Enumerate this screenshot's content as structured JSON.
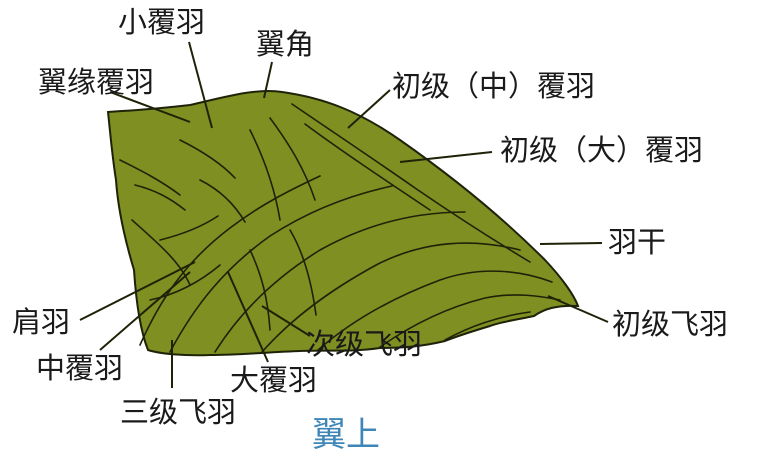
{
  "caption": "翼上",
  "colors": {
    "wing_fill": "#7f8f22",
    "wing_outline": "#1e2308",
    "caption_color": "#3f86b8",
    "text": "#1a1a1a"
  },
  "labels": {
    "lesser_coverts": "小覆羽",
    "alula": "翼角",
    "marginal_coverts": "翼缘覆羽",
    "primary_middle_coverts": "初级（中）覆羽",
    "primary_greater_coverts": "初级（大）覆羽",
    "shaft": "羽干",
    "primaries": "初级飞羽",
    "scapulars": "肩羽",
    "median_coverts": "中覆羽",
    "secondaries": "次级飞羽",
    "greater_coverts": "大覆羽",
    "tertials": "三级飞羽"
  }
}
